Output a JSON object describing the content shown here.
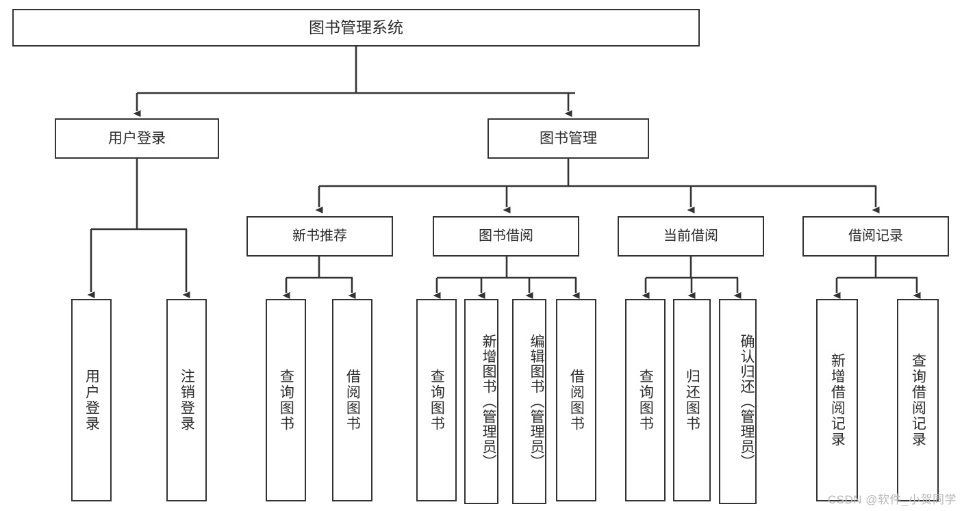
{
  "diagram": {
    "title": "图书管理系统",
    "type": "tree-hierarchy-chart",
    "colors": {
      "border": "#333333",
      "fill": "#ffffff",
      "text": "#2b2b2b",
      "edge": "#333333",
      "watermark": "#b9b9b9"
    },
    "watermark": "CSDN @软件_小贺同学",
    "nodes": {
      "root": {
        "label": "图书管理系统"
      },
      "level1": [
        {
          "id": "user-login",
          "label": "用户登录"
        },
        {
          "id": "book-manage",
          "label": "图书管理"
        }
      ],
      "level2": [
        {
          "id": "new-book-rec",
          "label": "新书推荐"
        },
        {
          "id": "book-borrow",
          "label": "图书借阅"
        },
        {
          "id": "current-borrow",
          "label": "当前借阅"
        },
        {
          "id": "borrow-record",
          "label": "借阅记录"
        }
      ],
      "leaves": {
        "user-login": [
          {
            "id": "leaf-user-login",
            "label": "用户登录"
          },
          {
            "id": "leaf-user-logout",
            "label": "注销登录"
          }
        ],
        "new-book-rec": [
          {
            "id": "leaf-query-book-1",
            "label": "查询图书"
          },
          {
            "id": "leaf-borrow-book-1",
            "label": "借阅图书"
          }
        ],
        "book-borrow": [
          {
            "id": "leaf-query-book-2",
            "label": "查询图书"
          },
          {
            "id": "leaf-add-book",
            "label": "新增图书（管理员）"
          },
          {
            "id": "leaf-edit-book",
            "label": "编辑图书（管理员）"
          },
          {
            "id": "leaf-borrow-book-2",
            "label": "借阅图书"
          }
        ],
        "current-borrow": [
          {
            "id": "leaf-query-book-3",
            "label": "查询图书"
          },
          {
            "id": "leaf-return-book",
            "label": "归还图书"
          },
          {
            "id": "leaf-confirm-return",
            "label": "确认归还（管理员）"
          }
        ],
        "borrow-record": [
          {
            "id": "leaf-add-record",
            "label": "新增借阅记录"
          },
          {
            "id": "leaf-query-record",
            "label": "查询借阅记录"
          }
        ]
      }
    }
  }
}
